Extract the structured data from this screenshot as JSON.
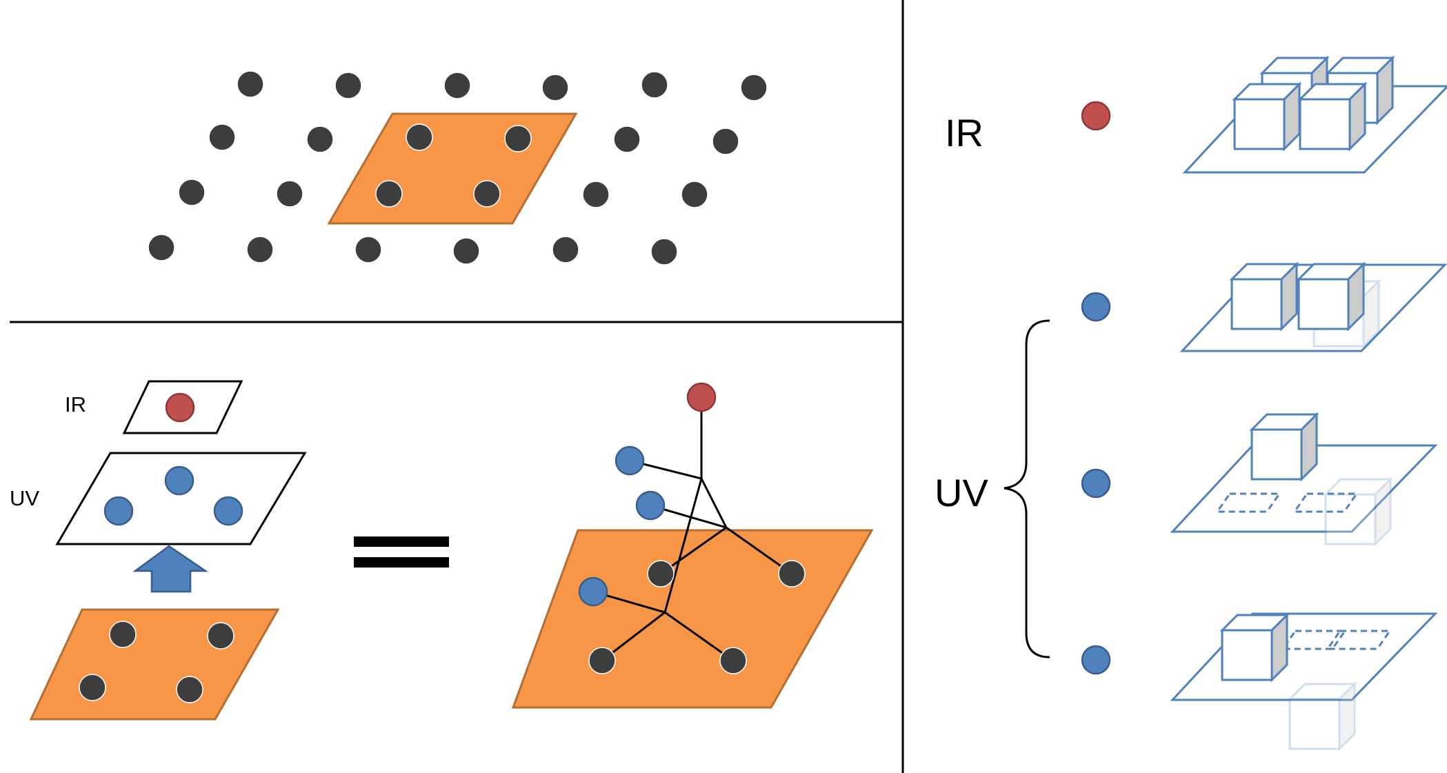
{
  "labels": {
    "ir_small": "IR",
    "uv_small": "UV",
    "ir_large": "IR",
    "uv_large": "UV"
  },
  "colors": {
    "atom": "#3d3d3d",
    "cell_fill": "#f79646",
    "cell_stroke": "#b66d31",
    "ir_dot": "#c0504d",
    "uv_dot": "#4f81bd",
    "cube_stroke": "#4f81bd",
    "cube_side": "#cccccc",
    "line": "#000000"
  },
  "icons": {
    "brace": "curly-brace",
    "arrow": "up-arrow",
    "equals": "equals-sign"
  }
}
